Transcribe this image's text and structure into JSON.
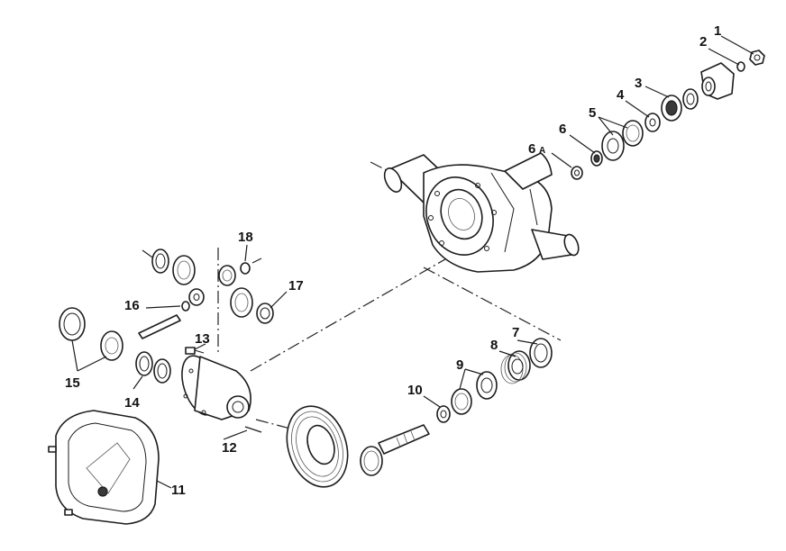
{
  "diagram": {
    "callouts": {
      "c1": "1",
      "c2": "2",
      "c3": "3",
      "c4": "4",
      "c5": "5",
      "c6": "6",
      "c6a_num": "6",
      "c6a_suffix": "A",
      "c7": "7",
      "c8": "8",
      "c9": "9",
      "c10": "10",
      "c11": "11",
      "c12": "12",
      "c13": "13",
      "c14": "14",
      "c15": "15",
      "c16": "16",
      "c17": "17",
      "c18": "18"
    }
  }
}
